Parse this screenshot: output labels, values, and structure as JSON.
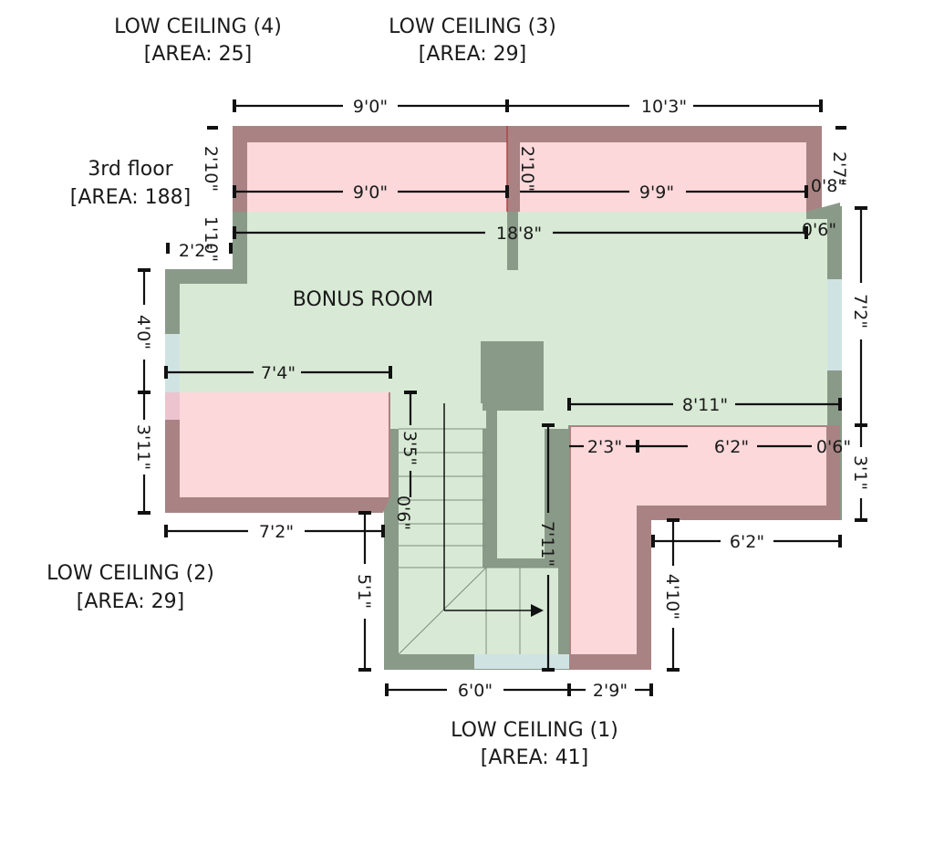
{
  "colors": {
    "wall": "#8a9a88",
    "low_wall": "#a98383",
    "room_fill": "#d8ead5",
    "low_fill": "#fcd8da",
    "window": "#d0e3e3",
    "text": "#1a1a1a"
  },
  "floor": {
    "name": "3rd floor",
    "area": "[AREA: 188]"
  },
  "rooms": {
    "bonus_room": "BONUS ROOM",
    "low_ceiling_1": {
      "name": "LOW CEILING (1)",
      "area": "[AREA: 41]"
    },
    "low_ceiling_2": {
      "name": "LOW CEILING (2)",
      "area": "[AREA: 29]"
    },
    "low_ceiling_3": {
      "name": "LOW CEILING (3)",
      "area": "[AREA: 29]"
    },
    "low_ceiling_4": {
      "name": "LOW CEILING (4)",
      "area": "[AREA: 25]"
    }
  },
  "dimensions": {
    "top_left_outer": "9'0\"",
    "top_right_outer": "10'3\"",
    "top_left_inner": "9'0\"",
    "top_right_inner": "9'9\"",
    "right_top_small": "0'8\"",
    "full_width": "18'8\"",
    "right_small_6": "0'6\"",
    "left_low_height": "2'10\"",
    "mid_low_height": "2'10\"",
    "right_low_height": "2'7\"",
    "left_step": "1'10\"",
    "left_step_width": "2'2\"",
    "left_wall_upper": "4'0\"",
    "left_low2_height": "3'11\"",
    "low2_width_top": "7'4\"",
    "low2_width_bottom": "7'2\"",
    "stair_top": "3'5\"",
    "stair_small": "0'6\"",
    "stair_drop": "5'1\"",
    "stair_length": "7'11\"",
    "right_width": "8'11\"",
    "right_height_upper": "7'2\"",
    "right_height_lower": "3'1\"",
    "low1_left": "2'3\"",
    "low1_mid": "6'2\"",
    "low1_right": "0'6\"",
    "low1_lower_width": "6'2\"",
    "low1_lower_height": "4'10\"",
    "bottom_left": "6'0\"",
    "bottom_right": "2'9\""
  }
}
